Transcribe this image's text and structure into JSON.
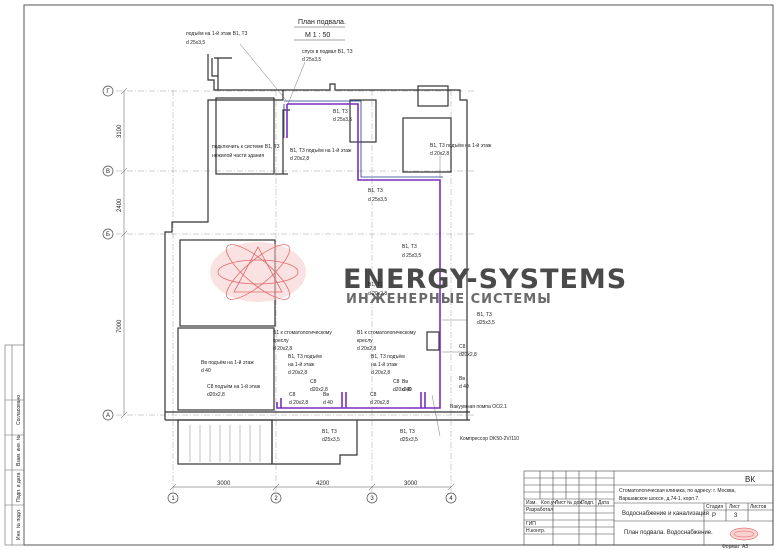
{
  "plan": {
    "title": "План подвала.",
    "scale": "М 1 : 50"
  },
  "axes": {
    "rows": [
      "Г",
      "В",
      "Б",
      "А"
    ],
    "cols": [
      "1",
      "2",
      "3",
      "4"
    ],
    "row_dims": [
      "3100",
      "2400",
      "7000"
    ],
    "col_dims": [
      "3000",
      "4200",
      "3000"
    ]
  },
  "labels": {
    "l1a": "подъём на 1-й этаж В1, Т3",
    "l1b": "d 25х3,5",
    "l2a": "спуск в подвал В1, Т3",
    "l2b": "d 25х3,5",
    "l3a": "В1, Т3",
    "l3b": "d 25х3,5",
    "l4a": "подключить к системе В1, Т3",
    "l4b": "нежилой части здания",
    "l5a": "В1, Т3  подъём на 1-й этаж",
    "l5b": "d 20х2,8",
    "l6a": "В1, Т3  подъём на 1-й этаж",
    "l6b": "d 20х2,8",
    "l7a": "В1, Т3",
    "l7b": "d 25х3,5",
    "l8a": "В1, Т3",
    "l8b": "d 25х3,5",
    "l9a": "В1, Т3",
    "l9b": "d 20х2,8",
    "l10a": "В1, Т3",
    "l10b": "d25х3,5",
    "l11a": "В1 к стоматологическому",
    "l11b": "креслу",
    "l11c": "d 20х2,8",
    "l12a": "В1 к стоматологическому",
    "l12b": "креслу",
    "l12c": "d 20х2,8",
    "l13a": "Вв подъём на 1-й этаж",
    "l13b": "d 40",
    "l14a": "В1, Т3  подъём",
    "l14b": "на 1-й этаж",
    "l14c": "d 20х2,8",
    "l15a": "В1, Т3  подъём",
    "l15b": "на 1-й этаж",
    "l15c": "d 20х2,8",
    "l16a": "С8 подъём на 1-й этаж",
    "l16b": "d20х2,8",
    "l17a": "С8",
    "l17b": "d20х2,8",
    "l18a": "С8",
    "l18b": "d20х2,8",
    "l19a": "С8",
    "l19b": "d20х2,8",
    "l20a": "С8",
    "l20b": "d 20х2,8",
    "l21a": "С8",
    "l21b": "d 20х2,8",
    "l22a": "Вв",
    "l22b": "d 40",
    "l23a": "Вв",
    "l23b": "d 40",
    "l24a": "Вв",
    "l24b": "d 40",
    "l25": "Вакуумная помпа ОО2.1",
    "l26a": "В1, Т3",
    "l26b": "d25х3,5",
    "l27a": "В1, Т3",
    "l27b": "d25х3,5",
    "l28": "Компрессор DK50-2V/110"
  },
  "watermark": {
    "line1": "ENERGY-SYSTEMS",
    "line2": "ИНЖЕНЕРНЫЕ СИСТЕМЫ"
  },
  "title_block": {
    "code": "ВК",
    "project_l1": "Стоматологическая клиника, по адресу: г. Москва,",
    "project_l2": "Варшавское шоссе, д.74-1, корп.7.",
    "section": "Водоснабжение и канализация",
    "sheet_name": "План подвала. Водоснабжение.",
    "stage_h": "Стадия",
    "sheet_h": "Лист",
    "sheets_h": "Листов",
    "stage": "Р",
    "sheet_no": "3",
    "col_h": [
      "Изм.",
      "Кол.уч",
      "Лист",
      "№ док.",
      "Подп.",
      "Дата"
    ],
    "roles": [
      "Разработал",
      "",
      "ГИП",
      "Н.контр."
    ],
    "format_label": "Формат",
    "format": "А3"
  },
  "side_stamp": [
    "Согласовано",
    "Взам. инв. №",
    "Подп. и дата",
    "Инв. № подл."
  ]
}
